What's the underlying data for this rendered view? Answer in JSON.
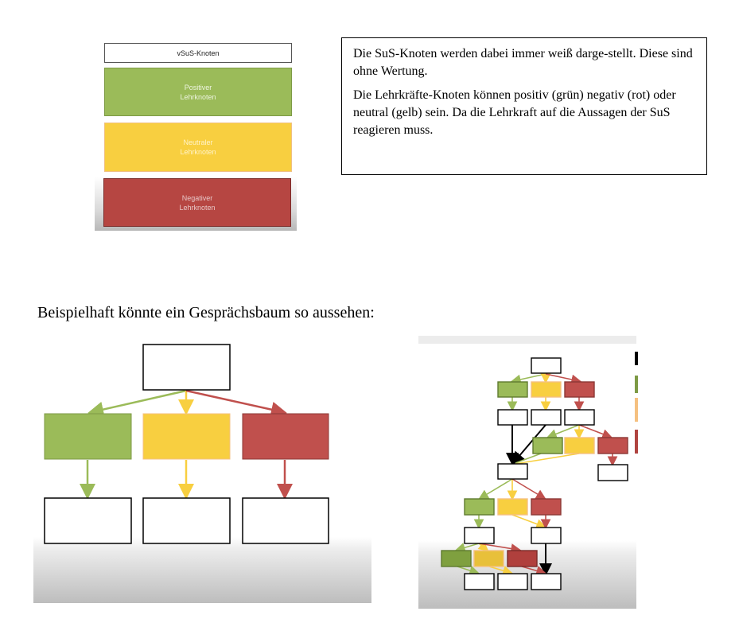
{
  "legend": {
    "sus": "vSuS-Knoten",
    "positive": [
      "Positiver",
      "Lehrknoten"
    ],
    "neutral": [
      "Neutraler",
      "Lehrknoten"
    ],
    "negative": [
      "Negativer",
      "Lehrknoten"
    ]
  },
  "description": {
    "p1": "Die SuS-Knoten werden dabei immer weiß darge-stellt. Diese sind ohne Wertung.",
    "p2": "Die Lehrkräfte-Knoten können positiv (grün) negativ (rot) oder neutral (gelb) sein. Da die Lehrkraft auf die Aussagen der SuS reagieren muss."
  },
  "caption": "Beispielhaft könnte ein Gesprächsbaum so aussehen:",
  "colors": {
    "green": "#9bbb59",
    "yellow": "#f8cf40",
    "red": "#c0504d",
    "white": "#ffffff"
  }
}
